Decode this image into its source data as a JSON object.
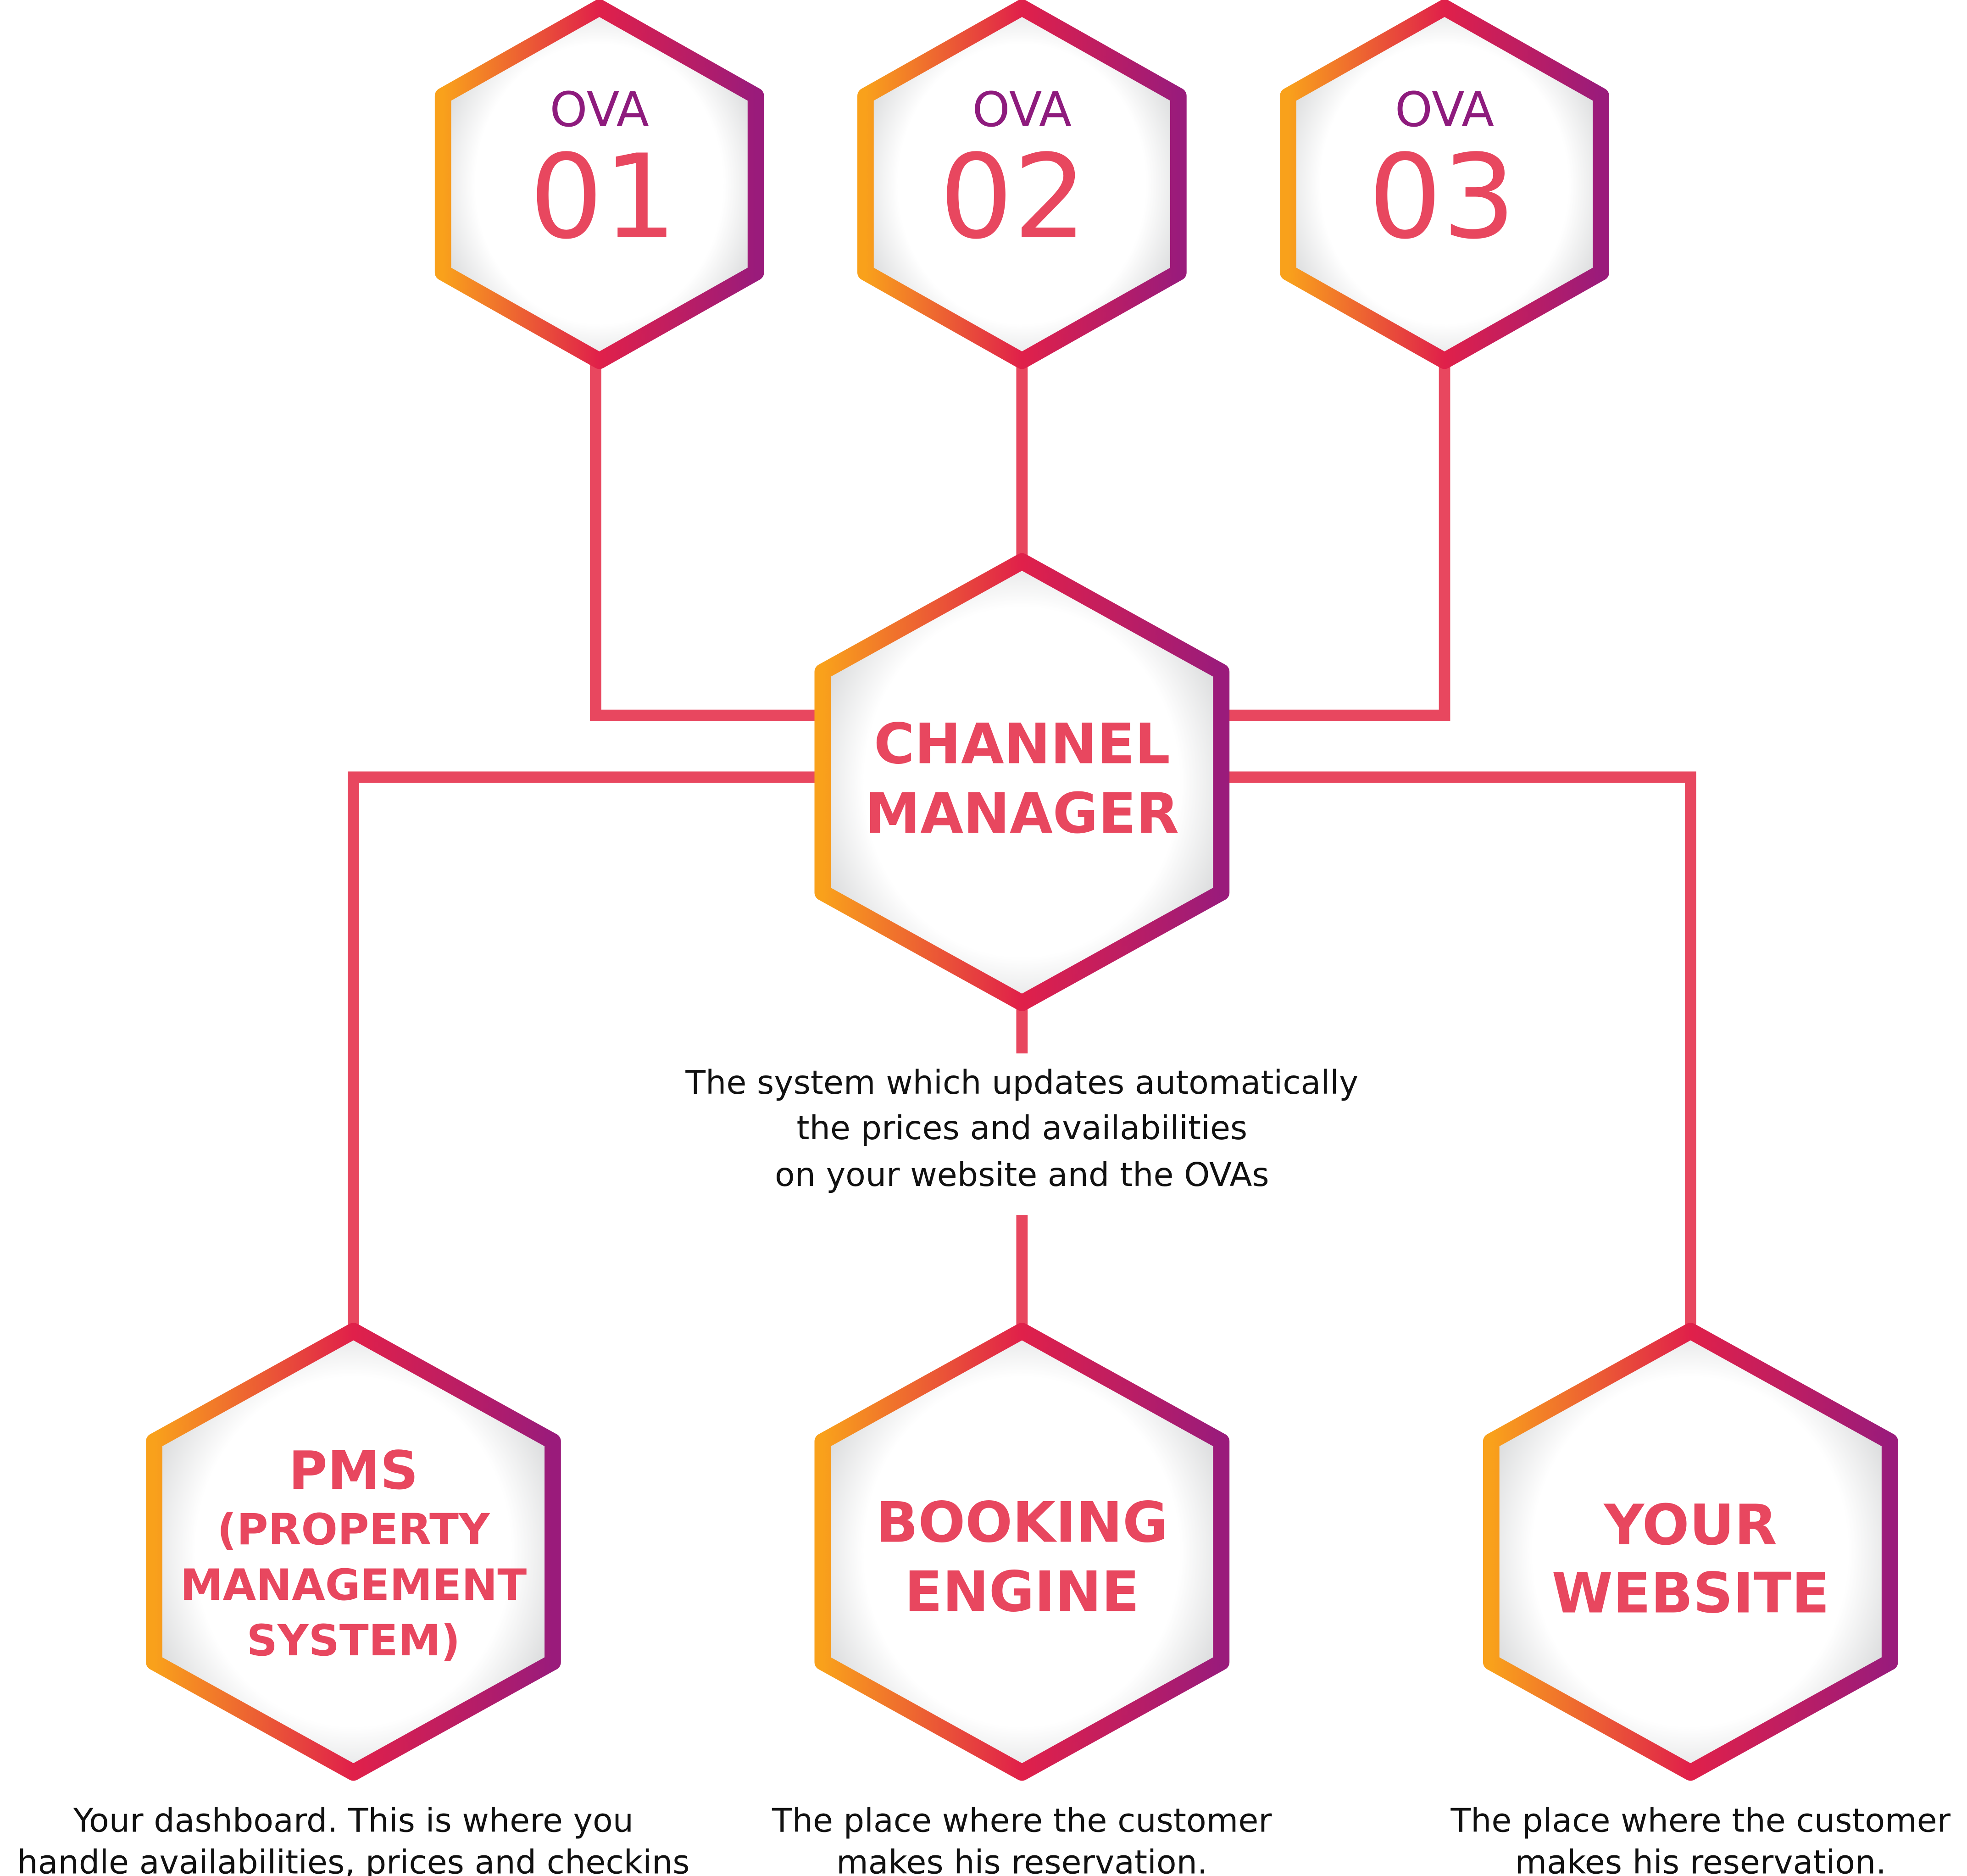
{
  "colors": {
    "line": "#e8475f",
    "title": "#e8475f",
    "ova_label": "#8e1b7d",
    "gradient": [
      "#f9a11b",
      "#e0204a",
      "#9a1b7b"
    ]
  },
  "ovas": [
    {
      "label": "OVA",
      "number": "01"
    },
    {
      "label": "OVA",
      "number": "02"
    },
    {
      "label": "OVA",
      "number": "03"
    }
  ],
  "channel_manager": {
    "title": [
      "CHANNEL",
      "MANAGER"
    ],
    "description": [
      "The system which updates automatically",
      "the prices and availabilities",
      "on your website and the OVAs"
    ]
  },
  "pms": {
    "title": [
      "PMS",
      "(PROPERTY",
      "MANAGEMENT",
      "SYSTEM)"
    ],
    "description": [
      "Your dashboard. This is where you",
      "handle availabilities, prices and checkins"
    ]
  },
  "booking_engine": {
    "title": [
      "BOOKING",
      "ENGINE"
    ],
    "description": [
      "The place where the customer",
      "makes his reservation."
    ]
  },
  "website": {
    "title": [
      "YOUR",
      "WEBSITE"
    ],
    "description": [
      "The place where the customer",
      "makes his reservation."
    ]
  }
}
